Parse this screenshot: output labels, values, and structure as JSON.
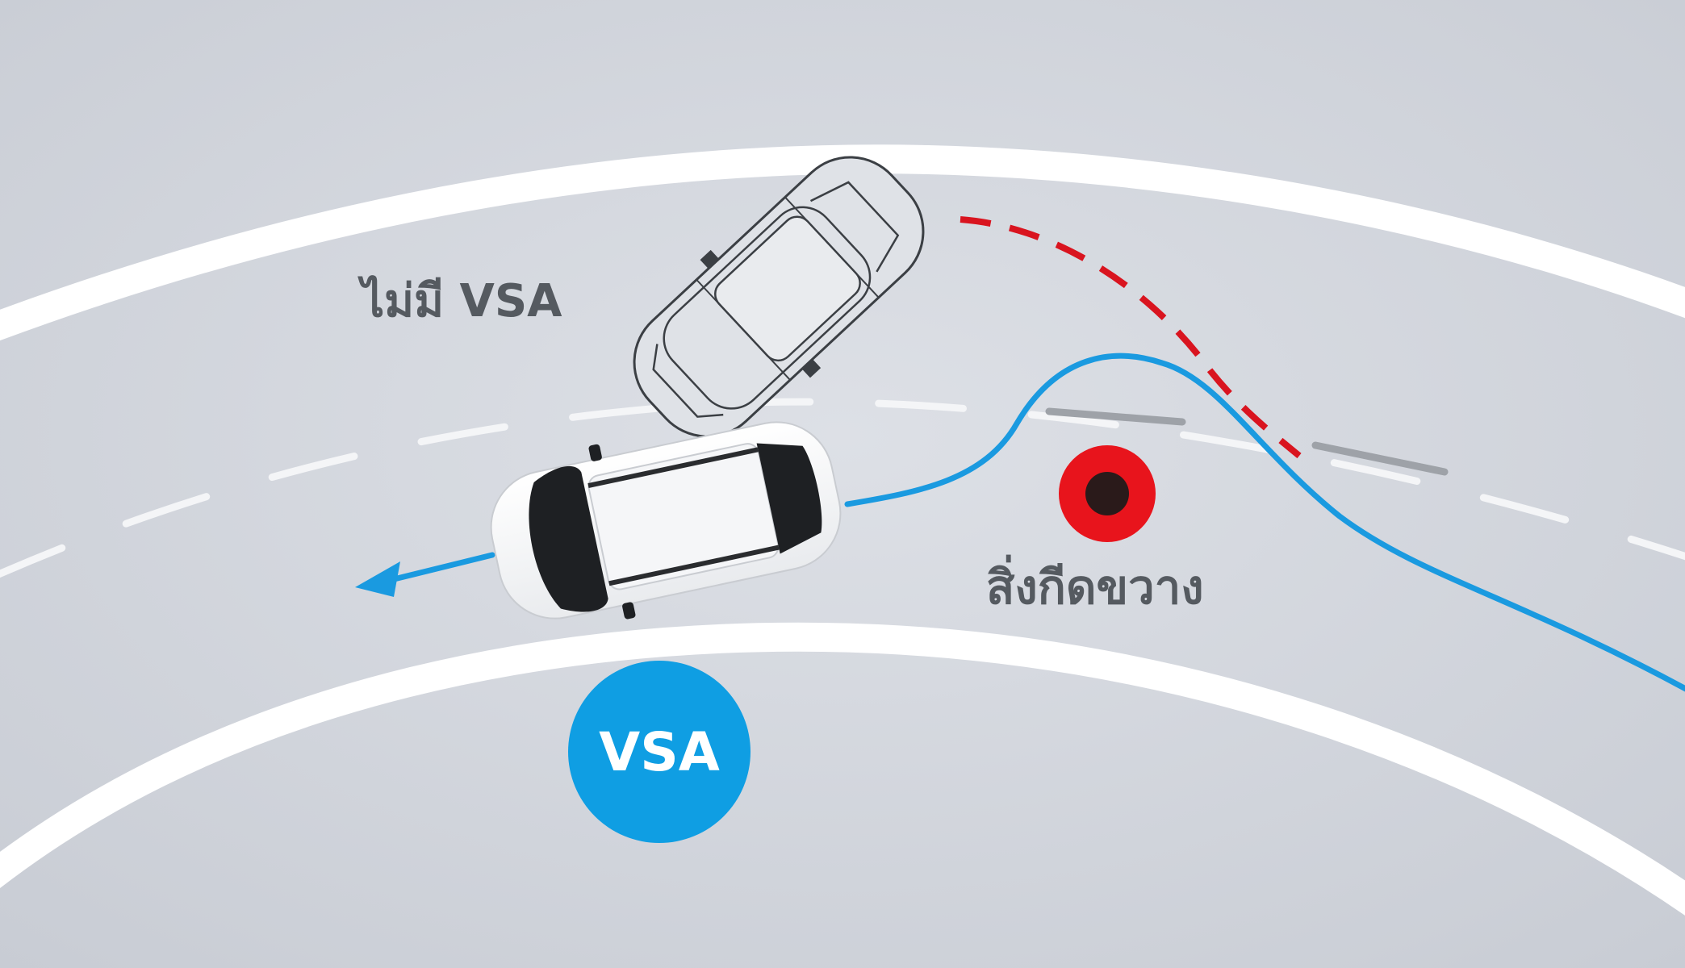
{
  "labels": {
    "without_vsa": "ไม่มี VSA",
    "obstacle": "สิ่งกีดขวาง",
    "vsa_badge": "VSA"
  },
  "colors": {
    "background": "#d6d9e0",
    "lane_line": "#ffffff",
    "vsa_path": "#1a9ae0",
    "no_vsa_path": "#d9141f",
    "obstacle": "#e8141c",
    "badge": "#0f9ee3",
    "text": "#555a60"
  },
  "icons": {
    "car_with_vsa": "white-car-icon",
    "car_without_vsa": "outline-car-icon",
    "obstacle": "obstacle-marker-icon",
    "arrow": "arrow-head-icon"
  }
}
